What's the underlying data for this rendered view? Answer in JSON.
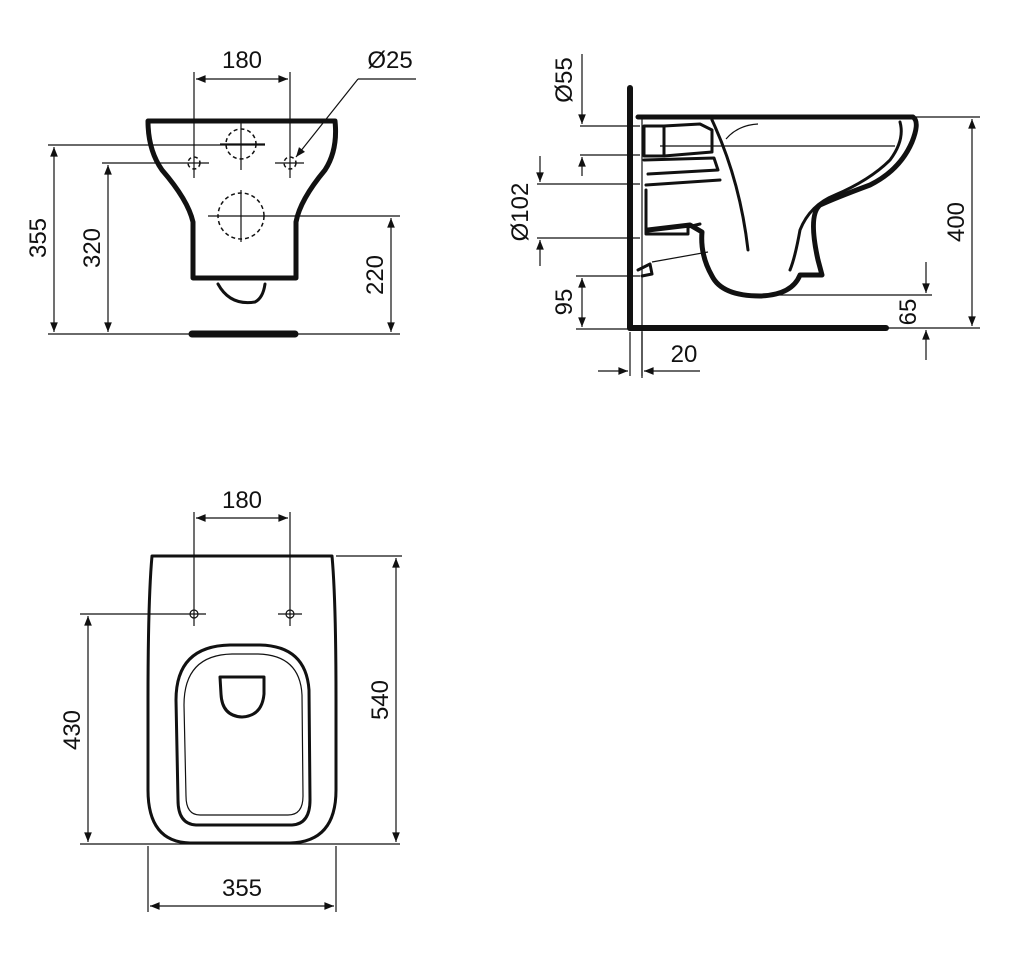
{
  "drawing": {
    "type": "technical-dimension-drawing",
    "subject": "wall-hung toilet",
    "units": "mm",
    "views": {
      "front": {
        "dimensions": {
          "fixing_spacing": "180",
          "fixing_hole_diameter": "Ø25",
          "height_total": "355",
          "height_fixing": "320",
          "height_outlet": "220"
        }
      },
      "side": {
        "dimensions": {
          "inlet_diameter": "Ø55",
          "outlet_diameter": "Ø102",
          "outlet_height": "95",
          "wall_gap": "20",
          "height_total": "400",
          "bottom_clearance": "65"
        }
      },
      "top": {
        "dimensions": {
          "fixing_spacing": "180",
          "fixing_to_front": "430",
          "length_total": "540",
          "width_total": "355"
        }
      }
    }
  }
}
